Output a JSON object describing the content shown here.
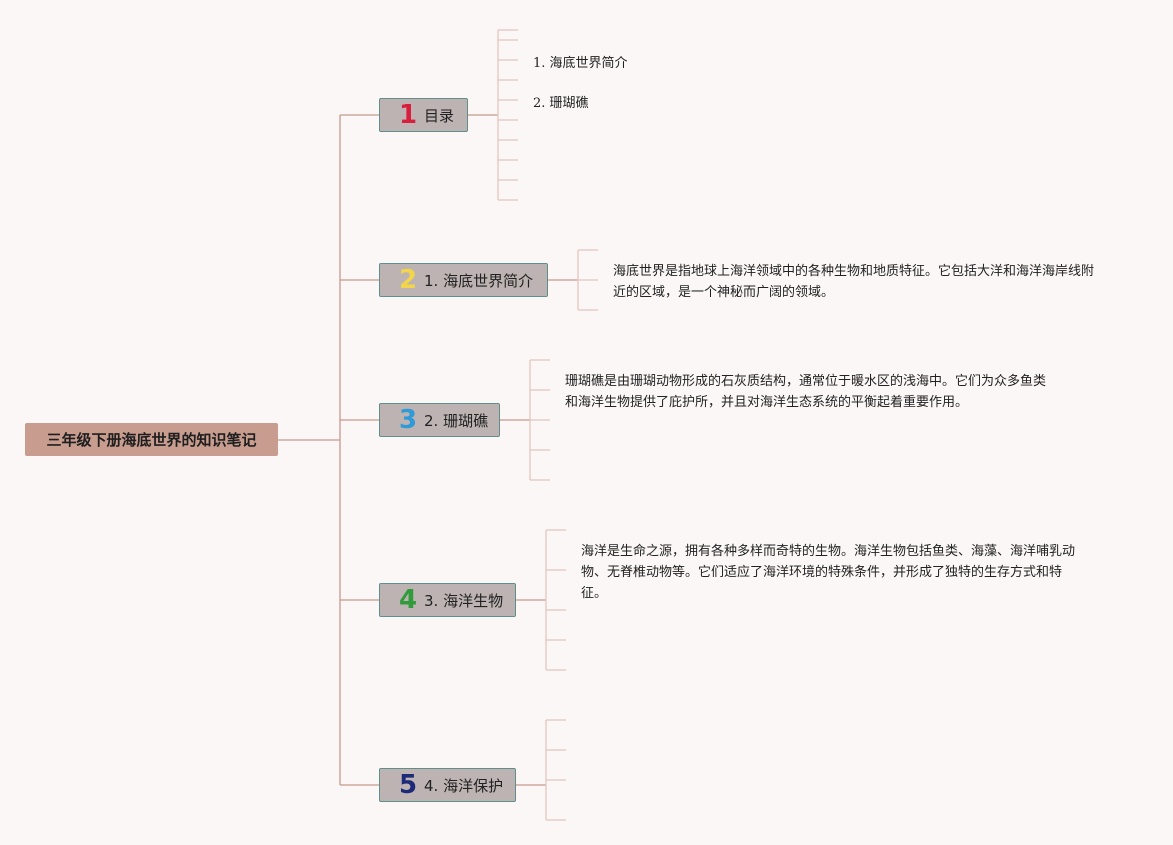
{
  "root": {
    "label": "三年级下册海底世界的知识笔记"
  },
  "topics": [
    {
      "num": "1",
      "num_color": "#d81e3c",
      "label": "目录"
    },
    {
      "num": "2",
      "num_color": "#f2d54a",
      "label": "1. 海底世界简介"
    },
    {
      "num": "3",
      "num_color": "#2e9ad8",
      "label": "2. 珊瑚礁"
    },
    {
      "num": "4",
      "num_color": "#2f9b3a",
      "label": "3. 海洋生物"
    },
    {
      "num": "5",
      "num_color": "#1d2a78",
      "label": "4. 海洋保护"
    }
  ],
  "toc": [
    "1. 海底世界简介",
    "2. 珊瑚礁"
  ],
  "details": {
    "intro": "海底世界是指地球上海洋领域中的各种生物和地质特征。它包括大洋和海洋海岸线附近的区域，是一个神秘而广阔的领域。",
    "reef": "珊瑚礁是由珊瑚动物形成的石灰质结构，通常位于暖水区的浅海中。它们为众多鱼类和海洋生物提供了庇护所，并且对海洋生态系统的平衡起着重要作用。",
    "life": "海洋是生命之源，拥有各种多样而奇特的生物。海洋生物包括鱼类、海藻、海洋哺乳动物、无脊椎动物等。它们适应了海洋环境的特殊条件，并形成了独特的生存方式和特征。"
  },
  "colors": {
    "background": "#fcf7f7",
    "root_fill": "#c89c8f",
    "topic_fill": "#bcb3b2",
    "topic_border": "#5e8f8a",
    "trunk_line": "#c49a8c",
    "leaf_line": "#e3c6bd"
  }
}
